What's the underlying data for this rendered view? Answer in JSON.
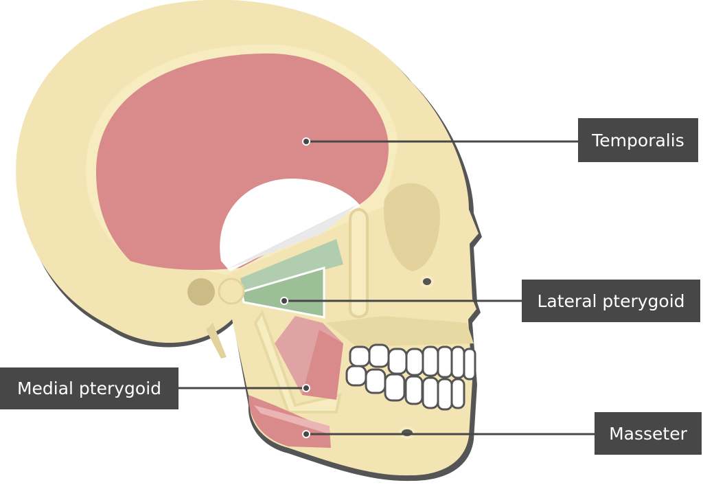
{
  "title": "Muscles of mastication — lateral view of skull",
  "labels": {
    "temporalis": "Temporalis",
    "lateral_pterygoid": "Lateral pterygoid",
    "medial_pterygoid": "Medial pterygoid",
    "masseter": "Masseter"
  },
  "colors": {
    "bone": "#f3e5b3",
    "bone_shade": "#e3d29b",
    "temporalis": "#d98a8a",
    "medial_pterygoid": "#e0a3a3",
    "lateral_pterygoid": "#9dbf98",
    "label_box": "#474747",
    "outline": "#555555"
  }
}
